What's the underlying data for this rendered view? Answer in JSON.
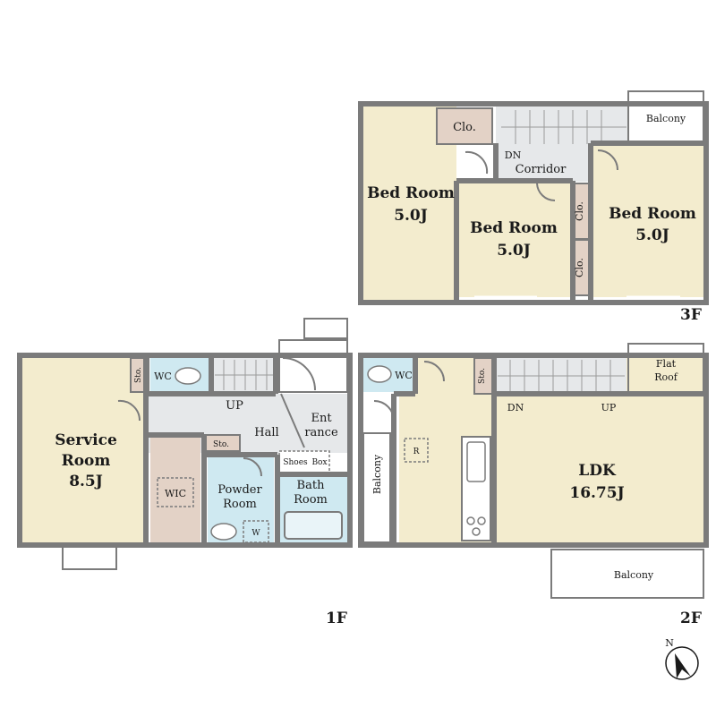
{
  "colors": {
    "room": "#f3ecce",
    "closet": "#e3d2c6",
    "wet": "#cfe9f1",
    "stair": "#e6e8ea",
    "wall": "#7b7b7b"
  },
  "floor3": {
    "label": "3F",
    "bed_left": {
      "name": "Bed Room",
      "size": "5.0J"
    },
    "bed_mid": {
      "name": "Bed Room",
      "size": "5.0J"
    },
    "bed_right": {
      "name": "Bed Room",
      "size": "5.0J"
    },
    "clo_top": "Clo.",
    "clo_right_upper": "Clo.",
    "clo_right_lower": "Clo.",
    "dn": "DN",
    "corridor": "Corridor",
    "balcony": "Balcony"
  },
  "floor1": {
    "label": "1F",
    "service_room": {
      "name1": "Service",
      "name2": "Room",
      "size": "8.5J"
    },
    "sto_left": "Sto.",
    "wc": "WC",
    "up": "UP",
    "hall": "Hall",
    "entrance1": "Ent",
    "entrance2": "rance",
    "sto_mid": "Sto.",
    "shoes": "Shoes",
    "box": "Box",
    "wic": "WIC",
    "powder1": "Powder",
    "powder2": "Room",
    "bath1": "Bath",
    "bath2": "Room",
    "w_mark": "W"
  },
  "floor2": {
    "label": "2F",
    "wc": "WC",
    "sto": "Sto.",
    "dn": "DN",
    "up": "UP",
    "flat_roof1": "Flat",
    "flat_roof2": "Roof",
    "balcony_left": "Balcony",
    "balcony_bottom": "Balcony",
    "ldk": {
      "name": "LDK",
      "size": "16.75J"
    },
    "r_mark": "R"
  },
  "compass": "N"
}
